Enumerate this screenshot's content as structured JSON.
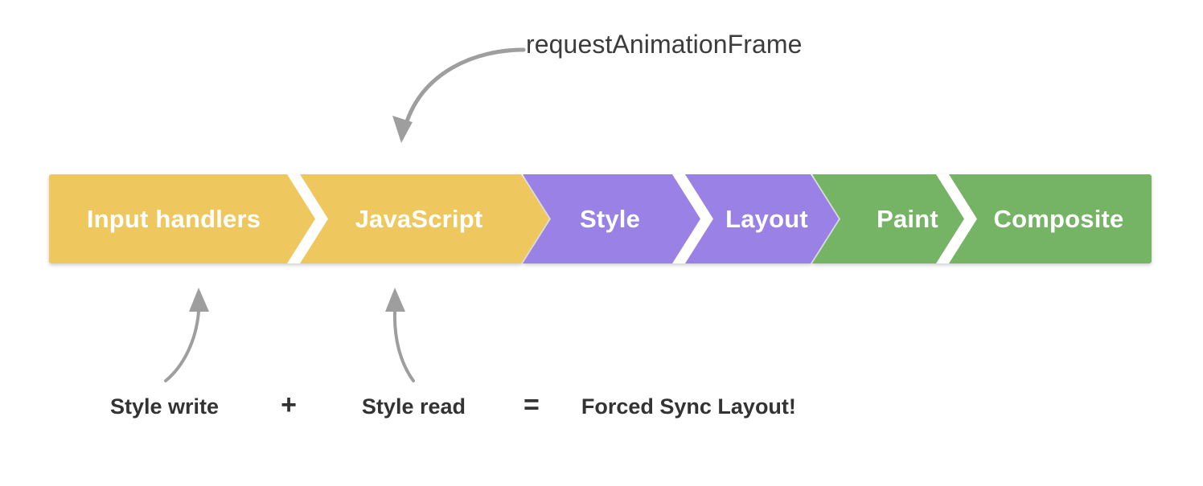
{
  "diagram": {
    "title": "Browser rendering pipeline with forced synchronous layout annotation",
    "background_color": "#ffffff"
  },
  "top_annotation": {
    "label": "requestAnimationFrame",
    "arrow_icon_name": "curved-arrow-down-left-icon",
    "arrow_color": "#9e9e9e",
    "text_color": "#3c3c3c",
    "points_to": "JavaScript"
  },
  "pipeline": {
    "stages": [
      {
        "label": "Input handlers",
        "color": "#efc75e",
        "group": "main-thread-js"
      },
      {
        "label": "JavaScript",
        "color": "#efc75e",
        "group": "main-thread-js"
      },
      {
        "label": "Style",
        "color": "#9a81e6",
        "group": "style-layout"
      },
      {
        "label": "Layout",
        "color": "#9a81e6",
        "group": "style-layout"
      },
      {
        "label": "Paint",
        "color": "#74b365",
        "group": "paint-composite"
      },
      {
        "label": "Composite",
        "color": "#74b365",
        "group": "paint-composite"
      }
    ],
    "separator_color": "#ffffff",
    "label_color": "#ffffff"
  },
  "bottom_annotations": {
    "arrows": [
      {
        "icon_name": "curved-arrow-up-icon",
        "points_to": "Input handlers",
        "color": "#9e9e9e"
      },
      {
        "icon_name": "curved-arrow-up-icon",
        "points_to": "JavaScript",
        "color": "#9e9e9e"
      }
    ],
    "formula": {
      "term_1": "Style write",
      "operator_1": "+",
      "term_2": "Style read",
      "operator_2": "=",
      "result": "Forced Sync Layout!",
      "text_color": "#333333"
    }
  }
}
